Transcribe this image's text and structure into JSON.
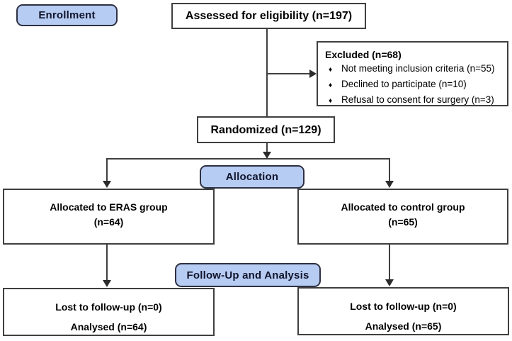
{
  "diagram": {
    "type": "consort-flow",
    "colors": {
      "background": "#ffffff",
      "stage_fill": "#b7ccf3",
      "stage_border": "#2e3142",
      "box_border": "#3f3f3f",
      "line": "#3f3f3f",
      "text": "#000000"
    },
    "stage_labels": {
      "enrollment": "Enrollment",
      "allocation": "Allocation",
      "followup": "Follow-Up and Analysis"
    },
    "boxes": {
      "assessed": "Assessed for eligibility (n=197)",
      "excluded": {
        "title": "Excluded (n=68)",
        "bullet_icon": "♦",
        "items": [
          "Not meeting inclusion criteria (n=55)",
          "Declined to participate (n=10)",
          "Refusal to consent for surgery (n=3)"
        ]
      },
      "randomized": "Randomized (n=129)",
      "eras_group": {
        "line1": "Allocated to ERAS group",
        "line2": "(n=64)"
      },
      "control_group": {
        "line1": "Allocated to control group",
        "line2": "(n=65)"
      },
      "eras_followup": {
        "line1": "Lost to follow-up (n=0)",
        "line2": "Analysed (n=64)"
      },
      "control_followup": {
        "line1": "Lost to follow-up (n=0)",
        "line2": "Analysed (n=65)"
      }
    }
  }
}
